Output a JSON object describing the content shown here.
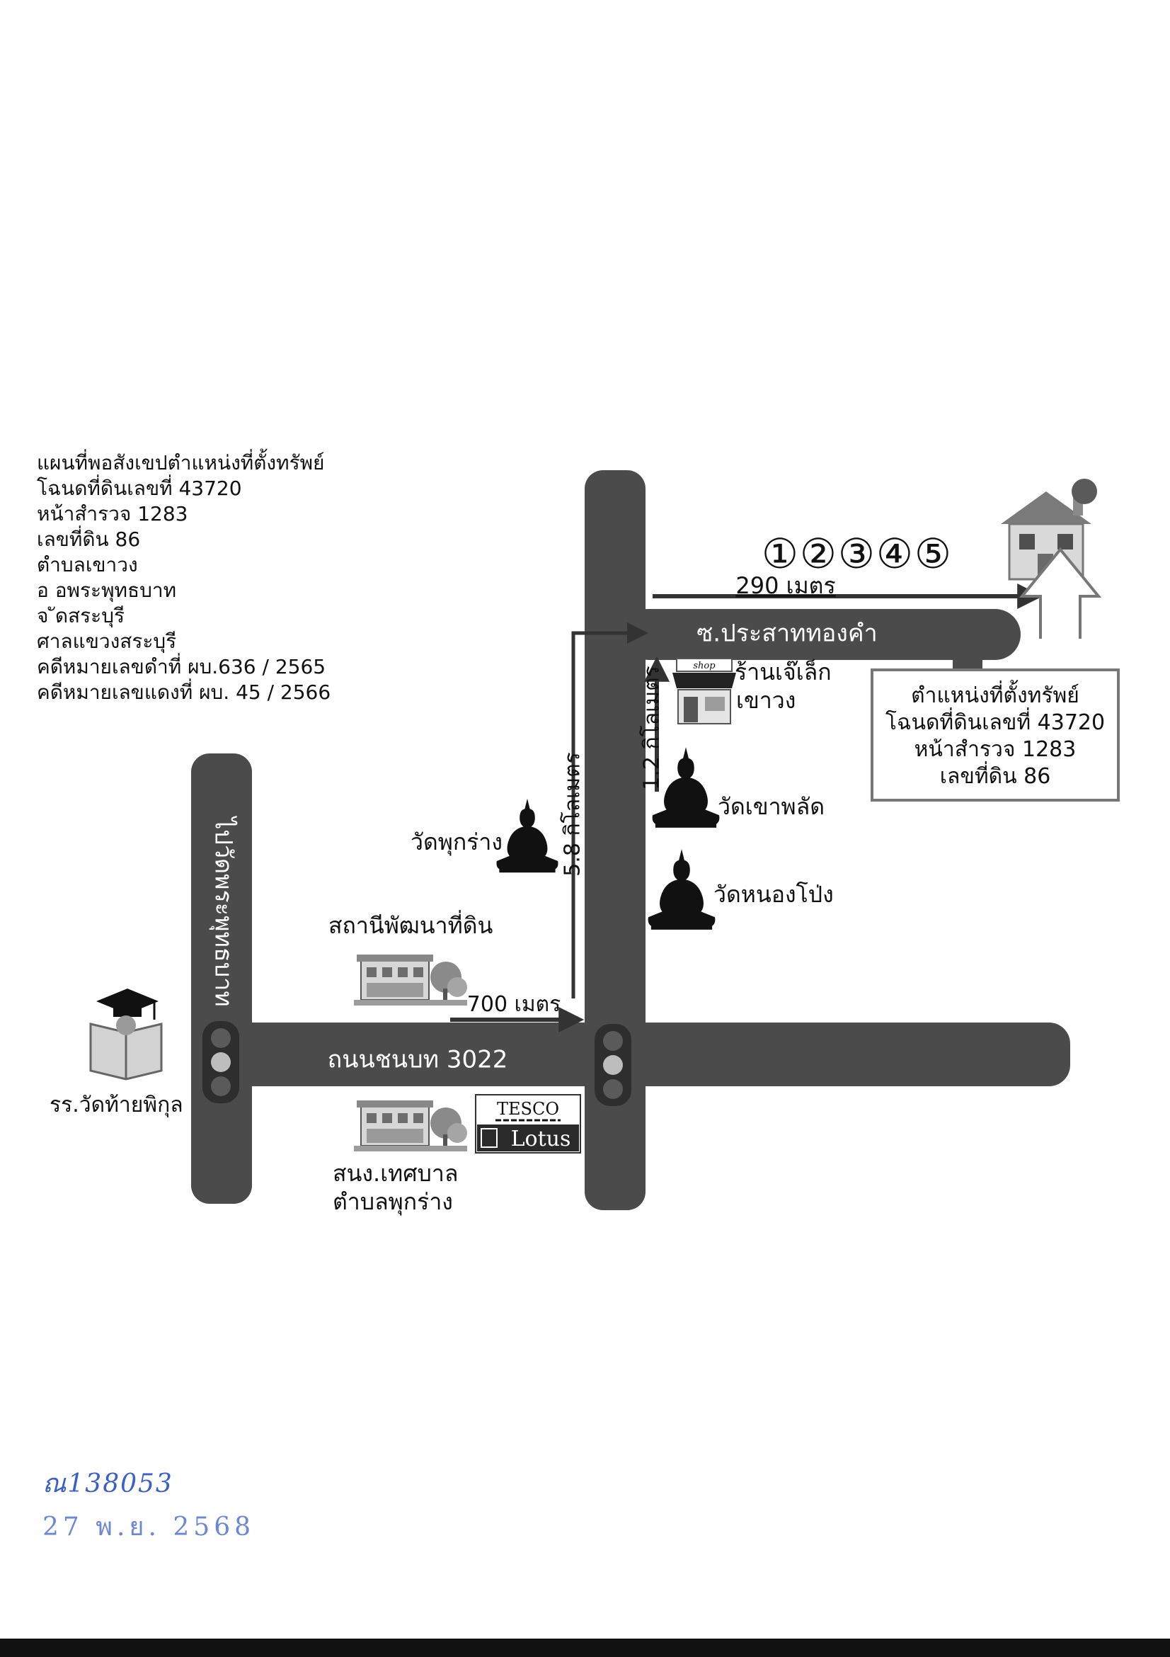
{
  "info": {
    "lines": [
      "แผนที่พอสังเขปตำแหน่งที่ตั้งทรัพย์",
      "โฉนดที่ดินเลขที่ 43720",
      "หน้าสำรวจ 1283",
      "เลขที่ดิน 86",
      "ตำบลเขาวง",
      "อ   อพระพุทธบาท",
      "จ   ัดสระบุรี",
      "ศาลแขวงสระบุรี",
      "คดีหมายเลขดำที่   ผบ.636 / 2565",
      "คดีหมายเลขแดงที่  ผบ.  45 / 2566"
    ]
  },
  "markers": "①②③④⑤",
  "distances": {
    "soi": "290 เมตร",
    "north": "1.2 กิโลเมตร",
    "side": "5.8 กิโลเมตร",
    "east": "700 เมตร"
  },
  "roads": {
    "soi": "ซ.ประสาททองคำ",
    "road3022": "ถนนชนบท 3022",
    "to_wat": "ไปวัดพระพุทธบาท"
  },
  "places": {
    "shop1": "ร้านเจ๊เล็ก",
    "shop2": "เขาวง",
    "shop_sign": "shop",
    "wat_khao": "วัดเขาพลัด",
    "wat_nong": "วัดหนองโป่ง",
    "wat_puk": "วัดพุกร่าง",
    "station": "สถานีพัฒนาที่ดิน",
    "school": "รร.วัดท้ายพิกุล",
    "office1": "สนง.เทศบาล",
    "office2": "ตำบลพุกร่าง",
    "tesco": "TESCO",
    "lotus": "Lotus"
  },
  "property_box": {
    "lines": [
      "ตำแหน่งที่ตั้งทรัพย์",
      "โฉนดที่ดินเลขที่ 43720",
      "หน้าสำรวจ 1283",
      "เลขที่ดิน 86"
    ]
  },
  "stamp": {
    "line1": "ณ138053",
    "line2": "27 พ.ย. 2568"
  },
  "colors": {
    "road": "#4b4b4b",
    "road_text": "#ffffff",
    "arrow": "#333333",
    "signal_body": "#2e2e2e",
    "stamp": "#3a5fc8"
  }
}
